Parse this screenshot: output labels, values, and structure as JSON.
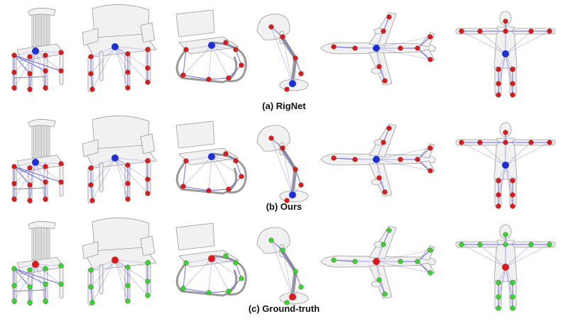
{
  "figure": {
    "rows": [
      {
        "id": "rignet",
        "caption": "(a) RigNet",
        "joint_color": "#d81b1b",
        "root_color": "#1f2fd6"
      },
      {
        "id": "ours",
        "caption": "(b) Ours",
        "joint_color": "#d81b1b",
        "root_color": "#1f2fd6"
      },
      {
        "id": "gt",
        "caption": "(c) Ground-truth",
        "joint_color": "#33d633",
        "root_color": "#d81b1b"
      }
    ],
    "objects": [
      "chair-spindle",
      "armchair",
      "cantilever-chair",
      "desk-lamp",
      "airplane",
      "humanoid"
    ],
    "colors": {
      "mesh_fill": "#f1f1f1",
      "mesh_stroke": "#9a9a9a",
      "bone": "#6b6bd8"
    }
  }
}
